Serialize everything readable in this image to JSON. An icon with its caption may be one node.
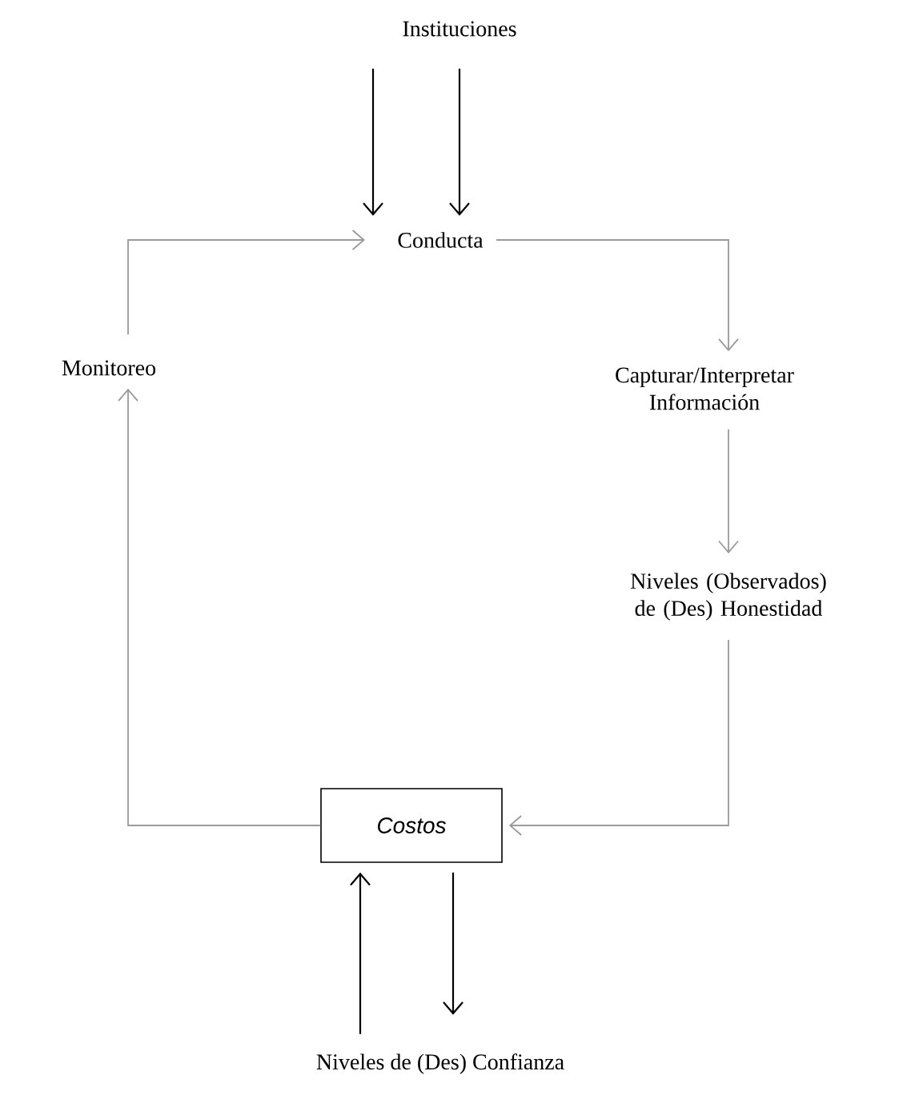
{
  "diagram": {
    "nodes": [
      {
        "text": [
          "Instituciones"
        ]
      },
      {
        "text": [
          "Conducta"
        ]
      },
      {
        "text": [
          "Monitoreo"
        ]
      },
      {
        "text": [
          "Capturar/Interpretar Información"
        ]
      },
      {
        "text": [
          "Niveles (Observados) de (Des) Honestidad"
        ]
      },
      {
        "text": [
          "Costos"
        ]
      },
      {
        "text": [
          "Niveles de (Des) Confianza"
        ]
      }
    ],
    "edges": [
      {
        "from": 0,
        "to": 1,
        "arrow": "to",
        "color": "#000000"
      },
      {
        "from": 0,
        "to": 1,
        "arrow": "to",
        "color": "#000000"
      },
      {
        "from": 2,
        "to": 1,
        "arrow": "to"
      },
      {
        "from": 1,
        "to": 3,
        "arrow": "to"
      },
      {
        "from": 3,
        "to": 4,
        "arrow": "to"
      },
      {
        "from": 4,
        "to": 5,
        "arrow": "to"
      },
      {
        "from": 5,
        "to": 2,
        "arrow": "to"
      },
      {
        "from": 6,
        "to": 5,
        "arrow": "to",
        "color": "#000000"
      },
      {
        "from": 5,
        "to": 6,
        "arrow": "to",
        "color": "#000000"
      }
    ]
  }
}
